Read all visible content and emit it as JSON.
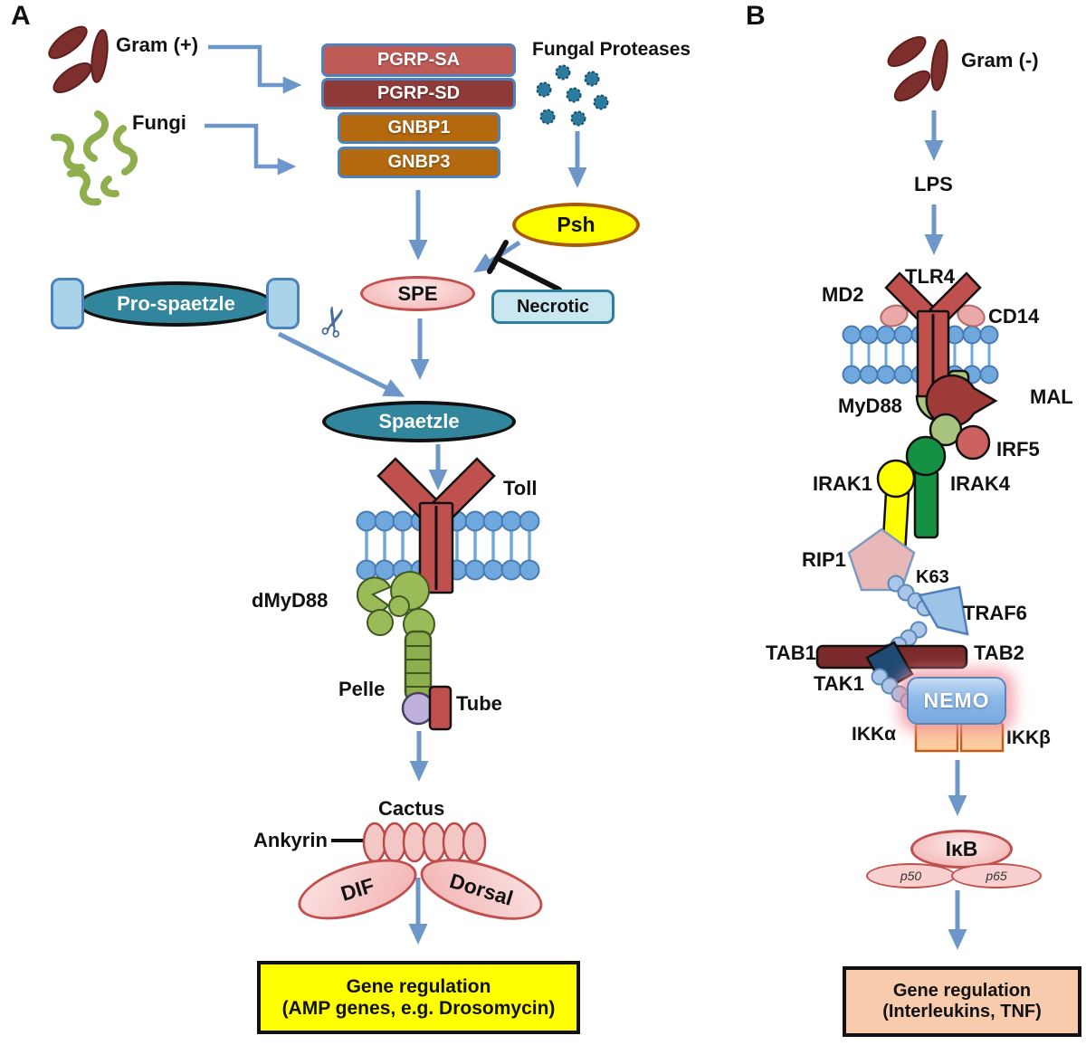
{
  "panelA": {
    "label": "A",
    "gram_pos_label": "Gram (+)",
    "fungi_label": "Fungi",
    "receptor_boxes": [
      "PGRP-SA",
      "PGRP-SD",
      "GNBP1",
      "GNBP3"
    ],
    "fungal_proteases_label": "Fungal Proteases",
    "psh": "Psh",
    "spe": "SPE",
    "necrotic": "Necrotic",
    "pro_spaetzle": "Pro-spaetzle",
    "spaetzle": "Spaetzle",
    "toll": "Toll",
    "dmyd88": "dMyD88",
    "pelle": "Pelle",
    "tube": "Tube",
    "cactus": "Cactus",
    "ankyrin": "Ankyrin",
    "dif": "DIF",
    "dorsal": "Dorsal",
    "gene_box_line1": "Gene regulation",
    "gene_box_line2": "(AMP genes, e.g. Drosomycin)"
  },
  "panelB": {
    "label": "B",
    "gram_neg_label": "Gram (-)",
    "lps": "LPS",
    "tlr4": "TLR4",
    "md2": "MD2",
    "cd14": "CD14",
    "myd88": "MyD88",
    "mal": "MAL",
    "irf5": "IRF5",
    "irak1": "IRAK1",
    "irak4": "IRAK4",
    "rip1": "RIP1",
    "k63": "K63",
    "traf6": "TRAF6",
    "tab1": "TAB1",
    "tab2": "TAB2",
    "tak1": "TAK1",
    "nemo": "NEMO",
    "ikk_alpha": "IKKα",
    "ikk_beta": "IKKβ",
    "ikb": "IκB",
    "p50": "p50",
    "p65": "p65",
    "gene_box_line1": "Gene regulation",
    "gene_box_line2": "(Interleukins, TNF)"
  },
  "palette": {
    "arrow_blue": "#6d97c8",
    "box_border_blue": "#4f81bd",
    "pgrp_sa_red": "#bf5b57",
    "pgrp_sd_maroon": "#8e3b39",
    "gnbp_orange": "#b4690e",
    "bacteria_darkred": "#7c2f2c",
    "fungi_green": "#8fae4e",
    "psh_yellow": "#ffff00",
    "teal": "#31859c",
    "light_blue_cap": "#a8d3e8",
    "receptor_red": "#c0504d",
    "membrane_blue": "#6fa8dc",
    "myd88_green": "#9bbb59",
    "pink_protein": "#f5bcbc",
    "irak4_green": "#149142",
    "nemo_blue": "#8db8e8",
    "ikk_tan": "#f9cf9f",
    "gene_box_b_tan": "#f8cbad",
    "tab_maroon": "#7b2b2b",
    "tak_navy": "#1e4a74",
    "ubiquitin_blue": "#a8c7e8",
    "traf6_blue": "#9dc3e6"
  }
}
